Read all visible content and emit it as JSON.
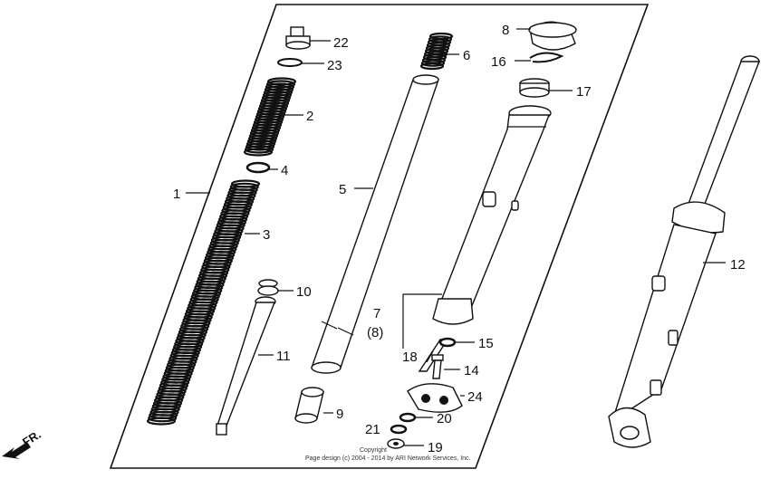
{
  "direction_label": "FR.",
  "callouts": {
    "c1": "1",
    "c2": "2",
    "c3": "3",
    "c4": "4",
    "c5": "5",
    "c6": "6",
    "c7": "7",
    "c8_paren": "(8)",
    "c8": "8",
    "c9": "9",
    "c10": "10",
    "c11": "11",
    "c12": "12",
    "c14": "14",
    "c15": "15",
    "c16": "16",
    "c17": "17",
    "c18": "18",
    "c19": "19",
    "c20": "20",
    "c21": "21",
    "c22": "22",
    "c23": "23",
    "c24": "24"
  },
  "copyright": {
    "line1": "Copyright",
    "line2": "Page design (c) 2004 - 2014 by ARI Network Services, Inc."
  }
}
